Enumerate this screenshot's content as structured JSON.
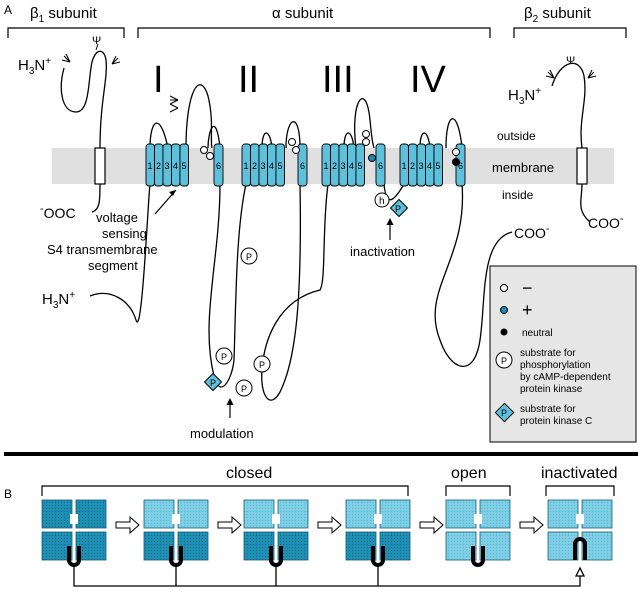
{
  "panel_a": {
    "panel_letter": "A",
    "beta1_label": "β",
    "beta1_sub": "1",
    "beta1_suffix": " subunit",
    "alpha_label": "α subunit",
    "beta2_label": "β",
    "beta2_sub": "2",
    "beta2_suffix": " subunit",
    "domains": [
      "I",
      "II",
      "III",
      "IV"
    ],
    "outside": "outside",
    "membrane": "membrane",
    "inside": "inside",
    "h3n_left_beta1": "H",
    "h3n_left_beta1_sub": "3",
    "h3n_left_beta1_rest": "N",
    "h3n_alpha": "H",
    "h3n_alpha_sub": "3",
    "h3n_alpha_rest": "N",
    "h3n_beta2": "H",
    "h3n_beta2_sub": "3",
    "h3n_beta2_rest": "N",
    "plus_sup": "+",
    "minus_sup": "-",
    "cooc_beta1": "OOC",
    "coo_alpha": "COO",
    "coo_beta2": "COO",
    "glyco_symbol": "Ψ",
    "segments": [
      "1",
      "2",
      "3",
      "4",
      "5",
      "6"
    ],
    "voltage_sensing_lines": [
      "voltage",
      "sensing",
      "S4 transmembrane",
      "segment"
    ],
    "inactivation": "inactivation",
    "modulation": "modulation",
    "h_symbol": "h",
    "p_symbol": "P",
    "legend": {
      "minus": "−",
      "plus": "+",
      "neutral": "neutral",
      "pka_lines": [
        "substrate for",
        "phosphorylation",
        "by cAMP-dependent",
        "protein kinase"
      ],
      "pkc_lines": [
        "substrate for",
        "protein kinase C"
      ]
    }
  },
  "panel_b": {
    "panel_letter": "B",
    "closed": "closed",
    "open": "open",
    "inactivated": "inactivated"
  },
  "colors": {
    "cyan": "#5fc0dc",
    "dark_teal": "#1b8db0",
    "light_blue": "#7ccde6",
    "membrane_gray": "#e0e0e0",
    "legend_bg": "#e6e6e6"
  }
}
